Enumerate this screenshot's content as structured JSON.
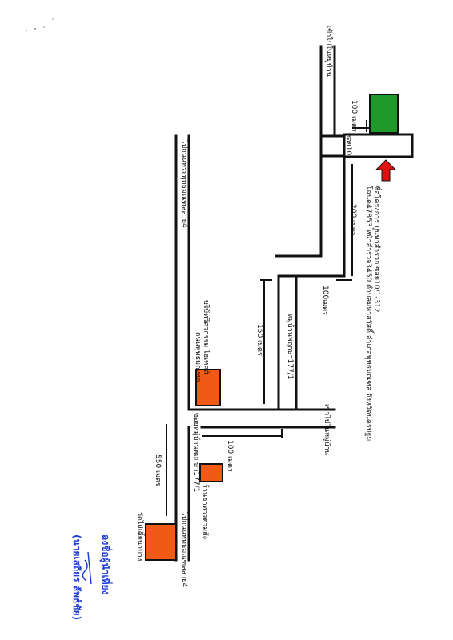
{
  "labels": {
    "to_village_top": "เข้าไปในหมู่บ้าน",
    "dist_100_top": "100 เมตร",
    "soi_10": "ซอย10",
    "dist_200": "200 เมตร",
    "site_address": "โฉนด47853 หน้าสำรวจ3450 ตำบลมหาสวัสดิ์ อำเภอพุทธมณฑล จังหวัดนครปฐม",
    "site_name": "ชื่อโครงการ ปูนทาสำรวจ ซอย10/1-312",
    "dist_100_mid": "100เมตร",
    "village_right": "หมู่บ้านพฤกษา177/1",
    "dist_150": "150 เมตร",
    "to_village_mid": "เข้าไปในหมู่บ้าน",
    "road_left_top": "ไปถนนพระพุทธมณฑลสาย4",
    "bldg_company": "บริษัทวิศวกรรม ไฮเทคส์",
    "bldg_company_2": "ถนนพุทธมณฑล",
    "soi_village": "ซอยหมู่บ้านพฤกษา177/1",
    "dist_100_low": "100 เมตร",
    "shop": "ร้านอาหารตามสั่ง",
    "dist_550": "550 เมตร",
    "temple": "วัดไผ่เตี้ยนาบาง",
    "road_left_bottom": "ไปถนนพุทธมณฑลสาย4",
    "signature_title": "ลงชื่อผู้นำเที่ยง",
    "signature_name": "(นายเสถียร ลัพธ์ชัย)"
  },
  "colors": {
    "green_building": "#1f9a2a",
    "orange_building": "#f05a14",
    "arrow": "#e01010",
    "road": "#111111",
    "signature": "#1f3fd0"
  }
}
